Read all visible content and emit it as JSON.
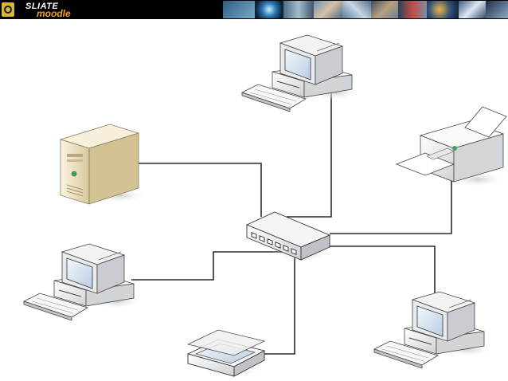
{
  "banner": {
    "brand_top": "SLIATE",
    "brand_bottom": "moodle"
  },
  "diagram": {
    "hub": "network-switch",
    "nodes": [
      {
        "id": "server",
        "icon": "server-tower-icon"
      },
      {
        "id": "pc-top",
        "icon": "desktop-computer-icon"
      },
      {
        "id": "printer",
        "icon": "printer-icon"
      },
      {
        "id": "pc-left",
        "icon": "desktop-computer-icon"
      },
      {
        "id": "scanner",
        "icon": "flatbed-scanner-icon"
      },
      {
        "id": "pc-bottom-right",
        "icon": "desktop-computer-icon"
      }
    ],
    "colors": {
      "cable": "#2b2b2b",
      "device_body": "#f3f3f3",
      "device_shade": "#c9c9c9",
      "screen": "#dce8f4",
      "server_body": "#efe3c3"
    }
  }
}
